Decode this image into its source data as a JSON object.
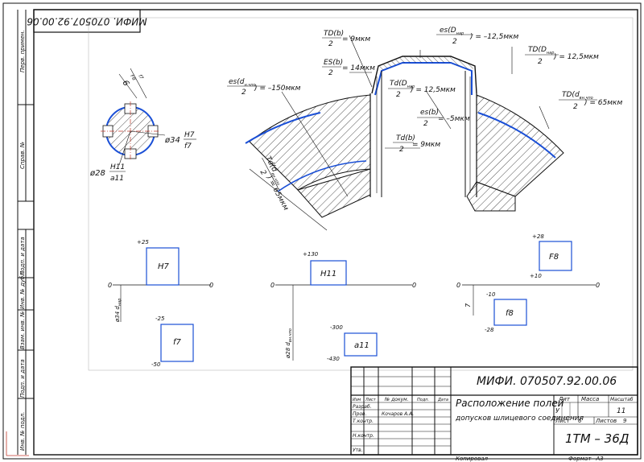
{
  "colors": {
    "ink": "#111111",
    "accent": "#1a4fd6",
    "hatch": "#222222",
    "axis_red": "#c0392b"
  },
  "stamp": {
    "drawing_code": "МИФИ. 070507.92.00.06",
    "drawing_code_mirrored": "МИФИ. 070507.92.00.06",
    "title_line1": "Расположение полей",
    "title_line2": "допусков шлицевого соединения",
    "label_izm": "Изм",
    "label_list": "Лист",
    "label_ndoc": "№ докум.",
    "label_podp": "Подп.",
    "label_data": "Дата",
    "label_razrab": "Разраб.",
    "label_prov": "Пров.",
    "label_tkontr": "Т.контр.",
    "label_nkontr": "Н.контр.",
    "label_utv": "Утв.",
    "author": "Кочаров А.А.",
    "lit_label": "Лит",
    "lit_value": "У",
    "mass_label": "Масса",
    "scale_label": "Масштаб",
    "scale_value": "11",
    "sheet_label": "Лист",
    "sheet_value": "6",
    "sheets_label": "Листов",
    "sheets_value": "9",
    "group": "1ТМ – 36Д",
    "copied": "Копировал",
    "format_label": "Формат",
    "format_value": "А3"
  },
  "side_labels": {
    "perv_primen": "Перв. примен.",
    "sprav": "Справ. №",
    "podp_data_1": "Подп. и дата",
    "inv_dubl": "Инв. № дубл.",
    "vzam_inv": "Взам. инв. №",
    "podp_data_2": "Подп. и дата",
    "inv_podl": "Инв. № подл."
  },
  "arc_annotations": {
    "td_b": "TD(b)",
    "td_b_val": "= 9мкм",
    "es_b": "ES(b)",
    "es_b_val": "= 14мкм",
    "es_d_nvt": "es(d",
    "es_d_nvt_sub": "н.чпо",
    "es_d_nvt_val": ") = –150мкм",
    "es_D_nar": "es(D",
    "es_D_nar_sub": "нар",
    "es_D_nar_val": ") = –12,5мкм",
    "Td_D_nar": "Td(D",
    "Td_D_nar_sub": "нар",
    "Td_D_nar_val": ") = 12,5мкм",
    "TD_D_nar": "TD(D",
    "TD_D_nar_sub": "нар",
    "TD_D_nar_val": ") = 12,5мкм",
    "es_b2": "es(b)",
    "es_b2_val": "= –5мкм",
    "Td_b": "Td(b)",
    "Td_b_val": "= 9мкм",
    "TD_d_vn": "TD(d",
    "TD_d_vn_sub": "вн.чпо",
    "TD_d_vn_val": ") = 65мкм",
    "Td_d_left": "Td(d",
    "Td_d_left_sub": "вн.чпо",
    "Td_d_left_val": ") = 65мкм",
    "denominator": "2"
  },
  "section": {
    "dim_outer": "ø34",
    "fit_outer_num": "H7",
    "fit_outer_den": "f7",
    "dim_inner": "ø28",
    "fit_inner_num": "H11",
    "fit_inner_den": "a11",
    "dim_width": "6",
    "fit_width_num": "F8",
    "fit_width_den": "f7"
  },
  "tolerance_diagrams": [
    {
      "hole_label": "H7",
      "hole_upper": "+25",
      "shaft_label": "f7",
      "shaft_upper": "-25",
      "shaft_lower": "-50",
      "zero": "0",
      "size": "ø34 d",
      "size_sub": "нар"
    },
    {
      "hole_label": "H11",
      "hole_upper": "+130",
      "shaft_label": "a11",
      "shaft_upper": "-300",
      "shaft_lower": "-430",
      "zero": "0",
      "size": "ø28 d",
      "size_sub": "вн.чпо"
    },
    {
      "hole_label": "F8",
      "hole_upper": "+28",
      "hole_lower": "+10",
      "shaft_label": "f8",
      "shaft_upper": "-10",
      "shaft_lower": "-28",
      "zero": "0",
      "size": "7"
    }
  ]
}
